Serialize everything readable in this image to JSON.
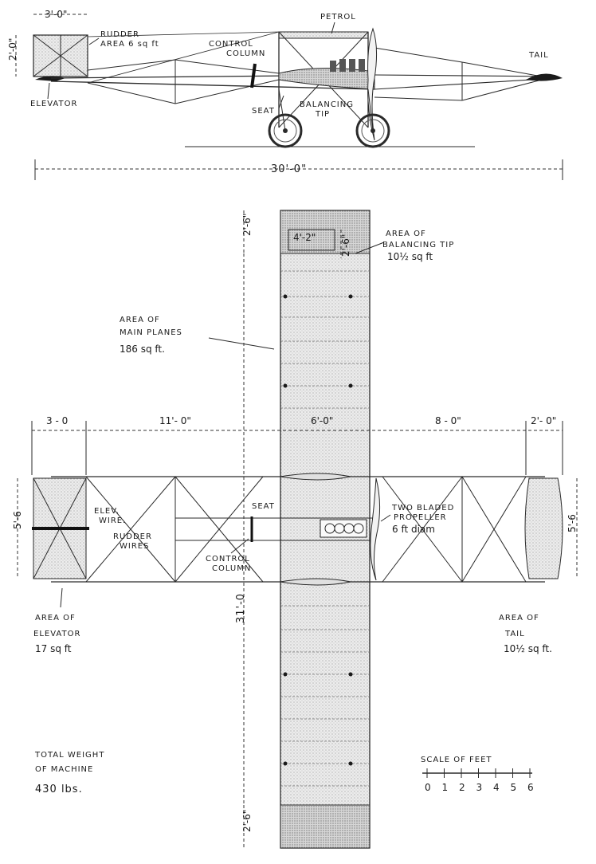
{
  "side_view": {
    "rudder_dim_w": "3'-0\"",
    "rudder_dim_h": "2'-0\"",
    "rudder_label_1": "RUDDER",
    "rudder_label_2": "AREA 6 sq ft",
    "control_column_1": "CONTROL",
    "control_column_2": "COLUMN",
    "petrol": "PETROL",
    "tail": "TAIL",
    "elevator": "ELEVATOR",
    "seat": "SEAT",
    "balancing_tip_1": "BALANCING",
    "balancing_tip_2": "TIP",
    "overall_length": "30'-0\""
  },
  "plan_view": {
    "tip_span": "2'-6\"",
    "tip_width": "4'-2\"",
    "tip_depth": "2'-6\"",
    "balancing_tip_area_1": "AREA OF",
    "balancing_tip_area_2": "BALANCING TIP",
    "balancing_tip_area_3": "10½ sq ft",
    "main_planes_1": "AREA OF",
    "main_planes_2": "MAIN PLANES",
    "main_planes_3": "186 sq ft.",
    "dim_elevator": "3 - 0",
    "dim_front": "11'- 0\"",
    "dim_wing": "6'-0\"",
    "dim_rear": "8 - 0\"",
    "dim_tail": "2'- 0\"",
    "chord_left": "5'-6",
    "chord_right": "5'-6",
    "elev_wire_1": "ELEV.",
    "elev_wire_2": "WIRE.",
    "rudder_wires_1": "RUDDER",
    "rudder_wires_2": "WIRES",
    "seat": "SEAT",
    "control_column_1": "CONTROL",
    "control_column_2": "COLUMN",
    "propeller_1": "TWO BLADED",
    "propeller_2": "PROPELLER",
    "propeller_3": "6 ft diam",
    "span": "31'-0",
    "elevator_area_1": "AREA OF",
    "elevator_area_2": "ELEVATOR",
    "elevator_area_3": "17 sq ft",
    "tail_area_1": "AREA OF",
    "tail_area_2": "TAIL",
    "tail_area_3": "10½ sq ft.",
    "bottom_tip": "2'-6\""
  },
  "weight": {
    "line_1": "TOTAL WEIGHT",
    "line_2": "OF MACHINE",
    "line_3": "430 lbs."
  },
  "scale": {
    "title": "SCALE OF FEET",
    "ticks": [
      "0",
      "1",
      "2",
      "3",
      "4",
      "5",
      "6"
    ]
  }
}
